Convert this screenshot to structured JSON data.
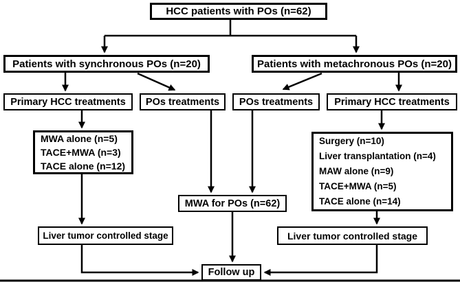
{
  "figure": {
    "background": "#ffffff",
    "line_color": "#000000",
    "text_color": "#000000",
    "nodes": {
      "root": "HCC patients with POs (n=62)",
      "synchronous": "Patients with synchronous POs (n=20)",
      "metachronous": "Patients with metachronous POs (n=20)",
      "synchronous_primary_label": "Primary HCC treatments",
      "synchronous_pos_label": "POs treatments",
      "metachronous_pos_label": "POs treatments",
      "metachronous_primary_label": "Primary HCC treatments",
      "synchronous_treatments": [
        "MWA alone (n=5)",
        "TACE+MWA (n=3)",
        "TACE alone (n=12)"
      ],
      "metachronous_treatments": [
        "Surgery (n=10)",
        "Liver transplantation (n=4)",
        "MAW alone (n=9)",
        "TACE+MWA (n=5)",
        "TACE alone (n=14)"
      ],
      "mwa_for_pos": "MWA for POs (n=62)",
      "controlled_stage_left": "Liver tumor controlled stage",
      "controlled_stage_right": "Liver tumor controlled stage",
      "follow_up": "Follow up"
    }
  }
}
